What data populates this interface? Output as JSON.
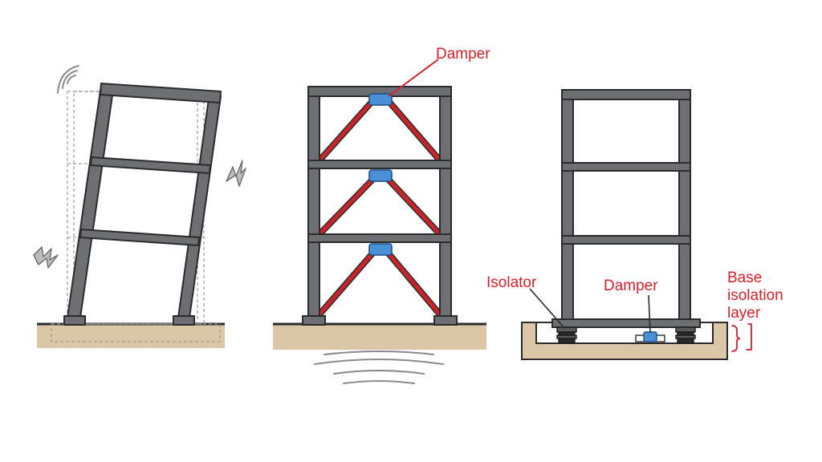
{
  "labels": {
    "damper_top": "Damper",
    "isolator": "Isolator",
    "damper_base": "Damper",
    "base_isolation": [
      "Base",
      "isolation",
      "layer"
    ]
  },
  "colors": {
    "label_red": "#d9202a",
    "frame_fill": "#6d6f72",
    "frame_stroke": "#2b2b2b",
    "brace_red": "#c8252b",
    "damper_blue": "#4a90d6",
    "ground": "#dcc6a8",
    "ghost_frame": "#9a9a9a"
  },
  "icons": [
    "vibration-wave-icon",
    "lightning-bolt-icon",
    "ground-wave-icon"
  ]
}
